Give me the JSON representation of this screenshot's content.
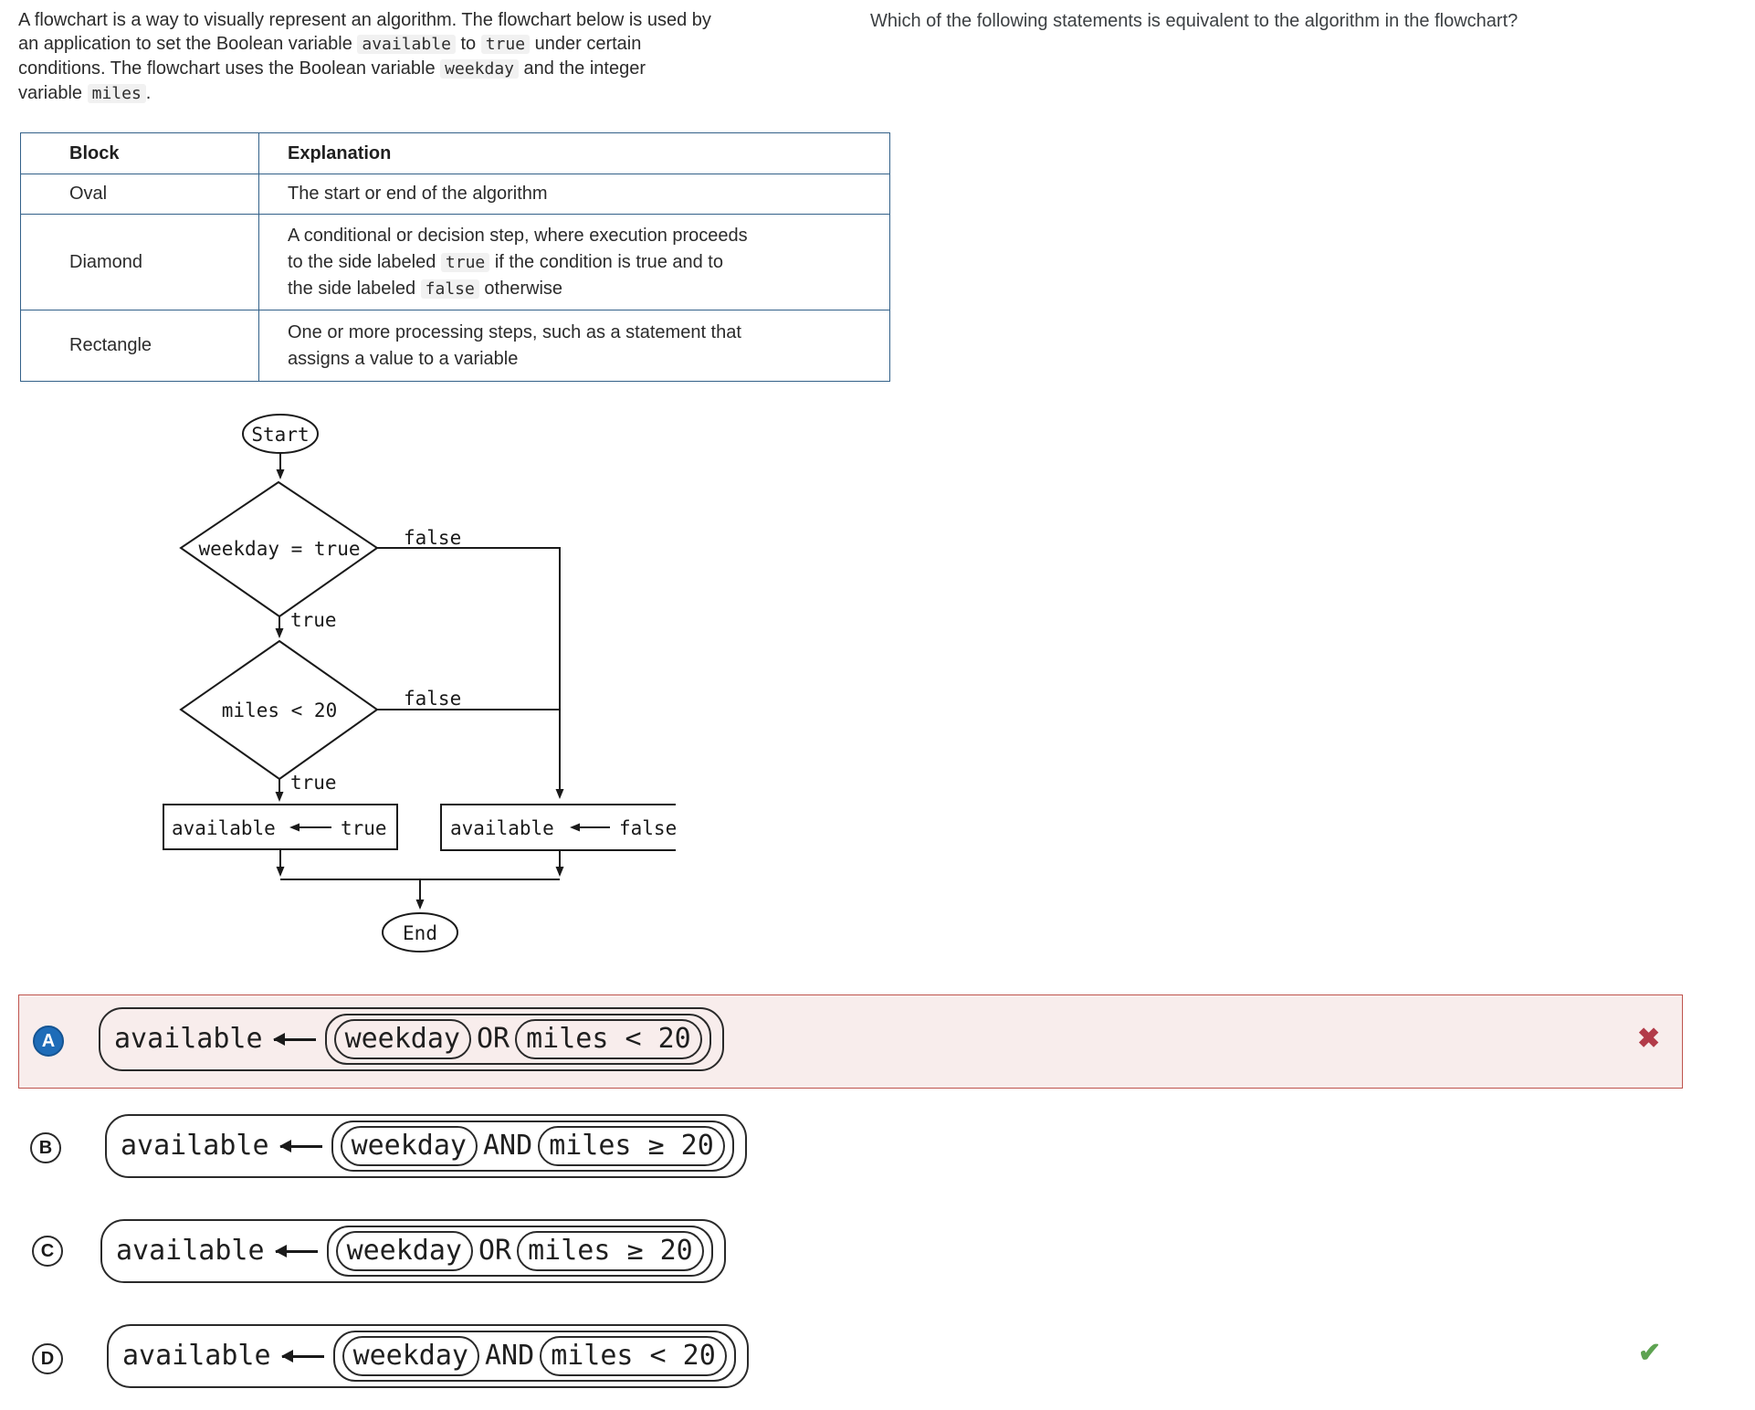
{
  "intro": {
    "lines": [
      [
        {
          "t": "A flowchart is a way to visually represent an algorithm. The flowchart below is used by"
        }
      ],
      [
        {
          "t": "an application to set the Boolean variable "
        },
        {
          "t": "available",
          "code": true
        },
        {
          "t": " to "
        },
        {
          "t": "true",
          "code": true
        },
        {
          "t": " under certain"
        }
      ],
      [
        {
          "t": "conditions. The flowchart uses the Boolean variable "
        },
        {
          "t": "weekday",
          "code": true
        },
        {
          "t": " and the integer"
        }
      ],
      [
        {
          "t": "variable "
        },
        {
          "t": "miles",
          "code": true
        },
        {
          "t": "."
        }
      ]
    ]
  },
  "table": {
    "headers": [
      "Block",
      "Explanation"
    ],
    "rows": [
      {
        "block": "Oval",
        "lines": [
          [
            {
              "t": "The start or end of the algorithm"
            }
          ]
        ]
      },
      {
        "block": "Diamond",
        "lines": [
          [
            {
              "t": "A conditional or decision step, where execution proceeds"
            }
          ],
          [
            {
              "t": "to the side labeled "
            },
            {
              "t": "true",
              "code": true
            },
            {
              "t": " if the condition is true and to"
            }
          ],
          [
            {
              "t": "the side labeled "
            },
            {
              "t": "false",
              "code": true
            },
            {
              "t": " otherwise"
            }
          ]
        ]
      },
      {
        "block": "Rectangle",
        "lines": [
          [
            {
              "t": "One or more processing steps, such as a statement that"
            }
          ],
          [
            {
              "t": "assigns a value to a variable"
            }
          ]
        ]
      }
    ]
  },
  "flowchart": {
    "start_label": "Start",
    "end_label": "End",
    "decision1": "weekday = true",
    "decision2": "miles < 20",
    "true_label1": "true",
    "true_label2": "true",
    "false_label1": "false",
    "false_label2": "false",
    "assign_true": {
      "lhs": "available",
      "rhs": "true"
    },
    "assign_false": {
      "lhs": "available",
      "rhs": "false"
    }
  },
  "question": "Which of the following statements is equivalent to the algorithm in the flowchart?",
  "options": [
    {
      "label": "A",
      "lhs": "available",
      "operand1": "weekday",
      "operator": "OR",
      "operand2": "miles < 20",
      "result": "incorrect"
    },
    {
      "label": "B",
      "lhs": "available",
      "operand1": "weekday",
      "operator": "AND",
      "operand2": "miles ≥ 20",
      "result": ""
    },
    {
      "label": "C",
      "lhs": "available",
      "operand1": "weekday",
      "operator": "OR",
      "operand2": "miles ≥ 20",
      "result": ""
    },
    {
      "label": "D",
      "lhs": "available",
      "operand1": "weekday",
      "operator": "AND",
      "operand2": "miles < 20",
      "result": "correct"
    }
  ],
  "marks": {
    "incorrect": "✖",
    "correct": "✔"
  },
  "colors": {
    "accent_blue": "#1e6cb8",
    "incorrect_red": "#b23b49",
    "correct_green": "#5da351",
    "highlight_bg": "#f8edec",
    "highlight_border": "#bf544e",
    "table_border": "#336189"
  }
}
